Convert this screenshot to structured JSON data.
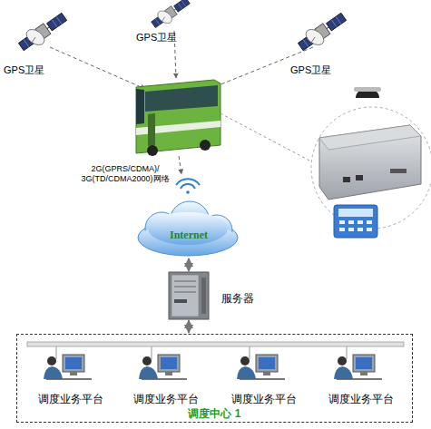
{
  "diagram": {
    "nodes": [
      {
        "text": [
          "GPS卫星"
        ]
      },
      {
        "text": [
          "GPS卫星"
        ]
      },
      {
        "text": [
          "GPS卫星"
        ]
      },
      {
        "text": [
          "Internet"
        ]
      },
      {
        "text": [
          "服务器"
        ]
      },
      {
        "text": [
          "调度中心 1"
        ]
      },
      {
        "text": [
          "调度业务平台"
        ],
        "in": 5
      },
      {
        "text": [
          "调度业务平台"
        ],
        "in": 5
      },
      {
        "text": [
          "调度业务平台"
        ],
        "in": 5
      },
      {
        "text": [
          "调度业务平台"
        ],
        "in": 5
      }
    ],
    "edges": [
      {
        "from": 3,
        "to": 4,
        "arrow": "both"
      },
      {
        "from": 4,
        "to": 5,
        "arrow": "both"
      }
    ],
    "labels": [
      "2G(GPRS/CDMA)/ 3G(TD/CDMA2000)网络"
    ]
  }
}
